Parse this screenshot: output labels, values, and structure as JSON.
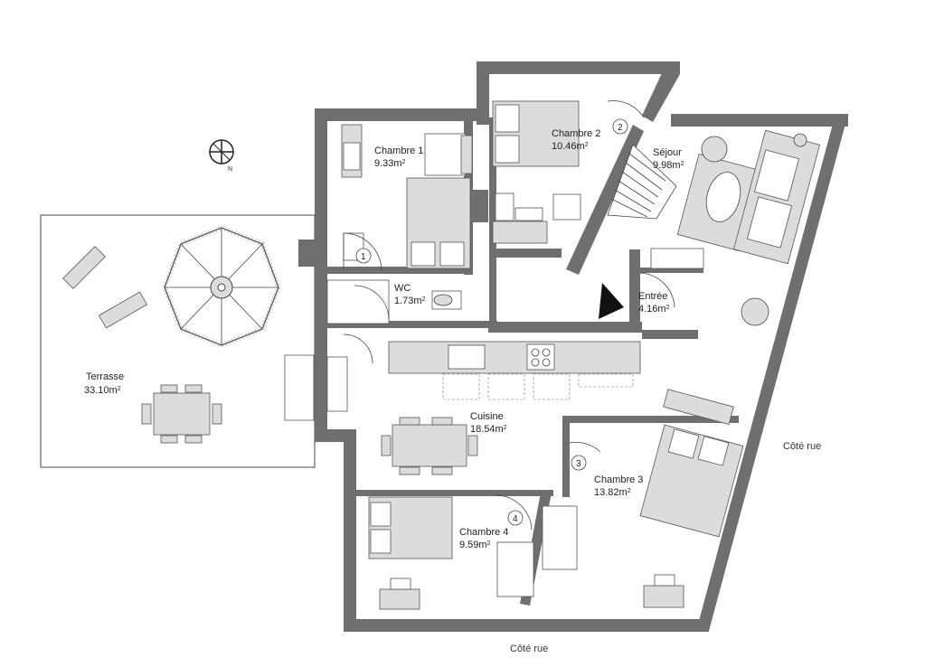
{
  "rooms": {
    "chambre1": {
      "name": "Chambre 1",
      "area": "9.33m",
      "sup": "2"
    },
    "chambre2": {
      "name": "Chambre 2",
      "area": "10.46m",
      "sup": "2"
    },
    "sejour": {
      "name": "Séjour",
      "area": "9.98m",
      "sup": "2"
    },
    "wc": {
      "name": "WC",
      "area": "1.73m",
      "sup": "2"
    },
    "entree": {
      "name": "Entrée",
      "area": "4.16m",
      "sup": "2"
    },
    "cuisine": {
      "name": "Cuisine",
      "area": "18.54m",
      "sup": "2"
    },
    "chambre3": {
      "name": "Chambre 3",
      "area": "13.82m",
      "sup": "2"
    },
    "chambre4": {
      "name": "Chambre 4",
      "area": "9.59m",
      "sup": "2"
    },
    "terrasse": {
      "name": "Terrasse",
      "area": "33.10m",
      "sup": "2"
    }
  },
  "doors": [
    "1",
    "2",
    "3",
    "4"
  ],
  "streets": {
    "right": "Côté rue",
    "bottom": "Côté rue"
  },
  "compass": {
    "label": "N",
    "icon": "compass-north-icon"
  },
  "colors": {
    "wall": "#6f6f6f",
    "furniture": "#dcdcdc",
    "line": "#444444"
  }
}
